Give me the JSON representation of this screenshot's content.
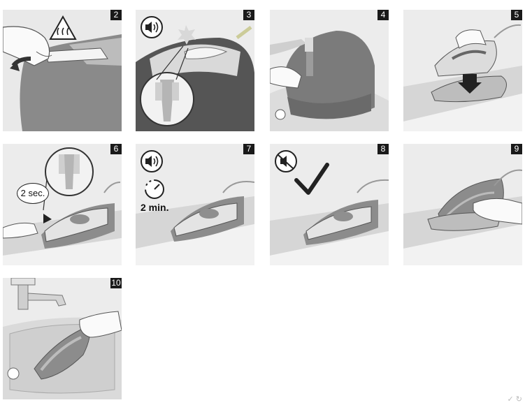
{
  "steps": [
    {
      "number": "2"
    },
    {
      "number": "3"
    },
    {
      "number": "4"
    },
    {
      "number": "5"
    },
    {
      "number": "6",
      "time_label": "2 sec."
    },
    {
      "number": "7",
      "time_label": "2 min."
    },
    {
      "number": "8"
    },
    {
      "number": "9"
    },
    {
      "number": "10"
    }
  ],
  "watermark": "✓ ↻"
}
